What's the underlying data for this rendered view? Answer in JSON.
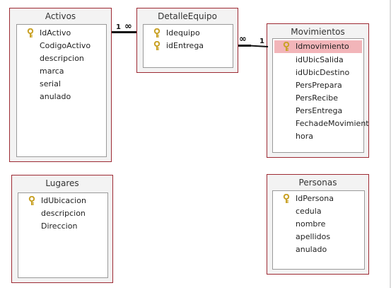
{
  "tables": {
    "activos": {
      "title": "Activos",
      "fields": [
        "IdActivo",
        "CodigoActivo",
        "descripcion",
        "marca",
        "serial",
        "anulado"
      ],
      "key_fields": [
        "IdActivo"
      ]
    },
    "detalle": {
      "title": "DetalleEquipo",
      "fields": [
        "Idequipo",
        "idEntrega"
      ],
      "key_fields": [
        "Idequipo",
        "idEntrega"
      ]
    },
    "movimientos": {
      "title": "Movimientos",
      "fields": [
        "Idmovimiento",
        "idUbicSalida",
        "idUbicDestino",
        "PersPrepara",
        "PersRecibe",
        "PersEntrega",
        "FechadeMovimient",
        "hora"
      ],
      "key_fields": [
        "Idmovimiento"
      ],
      "selected_field": "Idmovimiento"
    },
    "lugares": {
      "title": "Lugares",
      "fields": [
        "IdUbicacion",
        "descripcion",
        "Direccion"
      ],
      "key_fields": [
        "IdUbicacion"
      ]
    },
    "personas": {
      "title": "Personas",
      "fields": [
        "IdPersona",
        "cedula",
        "nombre",
        "apellidos",
        "anulado"
      ],
      "key_fields": [
        "IdPersona"
      ]
    }
  },
  "relationships": {
    "activos_detalle": {
      "one": "1",
      "many": "∞"
    },
    "detalle_movimientos": {
      "many": "∞",
      "one": "1"
    }
  },
  "colors": {
    "table_border": "#9d2a33",
    "selection": "#f2b5b9",
    "key_icon": "#c9a227"
  }
}
